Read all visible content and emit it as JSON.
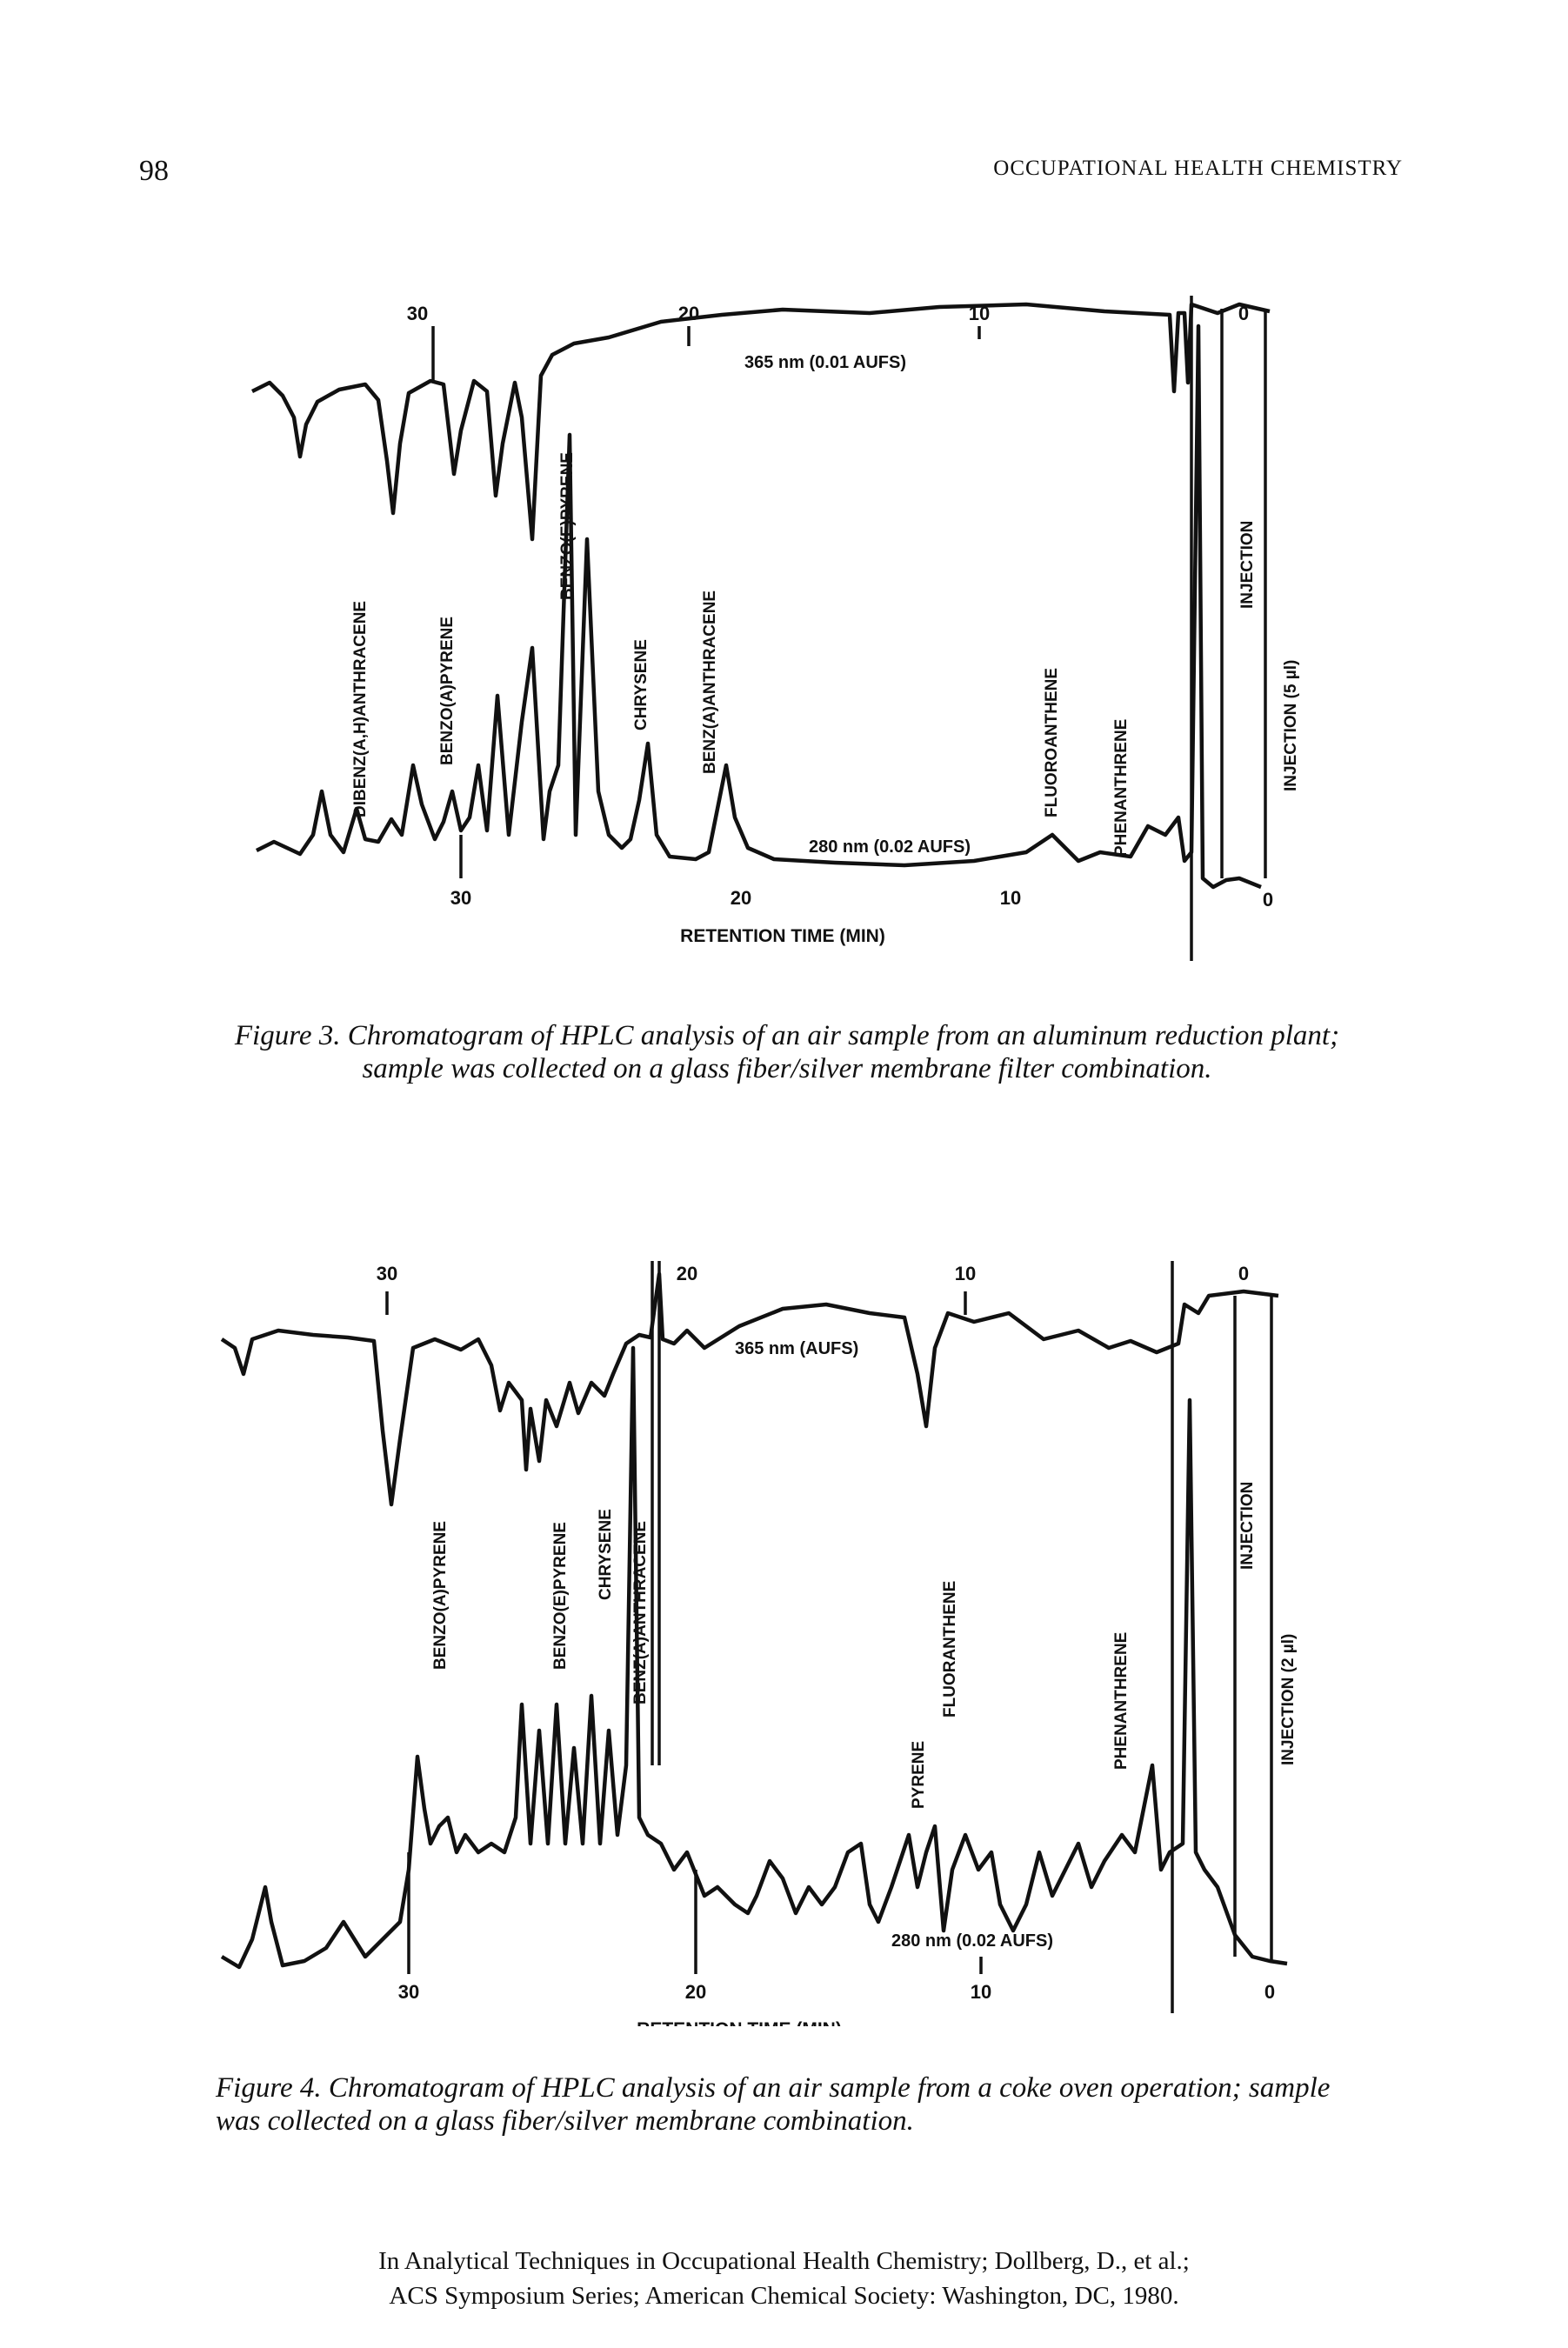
{
  "header": {
    "page_number": "98",
    "running_head": "OCCUPATIONAL HEALTH CHEMISTRY"
  },
  "figure3": {
    "caption_label": "Figure 3.",
    "caption_text": "Chromatogram of HPLC analysis of an air sample from an aluminum reduction plant; sample was collected on a glass fiber/silver membrane filter combination.",
    "top_trace_label": "365 nm (0.01 AUFS)",
    "bottom_trace_label": "280 nm (0.02 AUFS)",
    "axis_title": "RETENTION TIME (MIN)",
    "top_ticks": [
      "30",
      "20",
      "10",
      "0"
    ],
    "bottom_ticks": [
      "30",
      "20",
      "10",
      "0"
    ],
    "peak_labels": [
      "DIBENZ(A,H)ANTHRACENE",
      "BENZO(A)PYRENE",
      "BENZO(E)PYRENE",
      "CHRYSENE",
      "BENZ(A)ANTHRACENE",
      "FLUOROANTHENE",
      "PHENANTHRENE",
      "INJECTION",
      "INJECTION (5 µl)"
    ]
  },
  "figure4": {
    "caption_label": "Figure 4.",
    "caption_text": "Chromatogram of HPLC analysis of an air sample from a coke oven operation; sample was collected on a glass fiber/silver membrane combination.",
    "top_trace_label": "365 nm (AUFS)",
    "bottom_trace_label": "280 nm (0.02 AUFS)",
    "axis_title": "RETENTION TIME (MIN)",
    "top_ticks": [
      "30",
      "20",
      "10",
      "0"
    ],
    "bottom_ticks": [
      "30",
      "20",
      "10",
      "0"
    ],
    "peak_labels": [
      "BENZO(A)PYRENE",
      "BENZO(E)PYRENE",
      "CHRYSENE",
      "BENZ(A)ANTHRACENE",
      "PYRENE",
      "FLUORANTHENE",
      "PHENANTHRENE",
      "INJECTION",
      "INJECTION (2 µl)"
    ]
  },
  "footer": {
    "line1": "In Analytical Techniques in Occupational Health Chemistry; Dollberg, D., et al.;",
    "line2": "ACS Symposium Series; American Chemical Society: Washington, DC, 1980."
  }
}
